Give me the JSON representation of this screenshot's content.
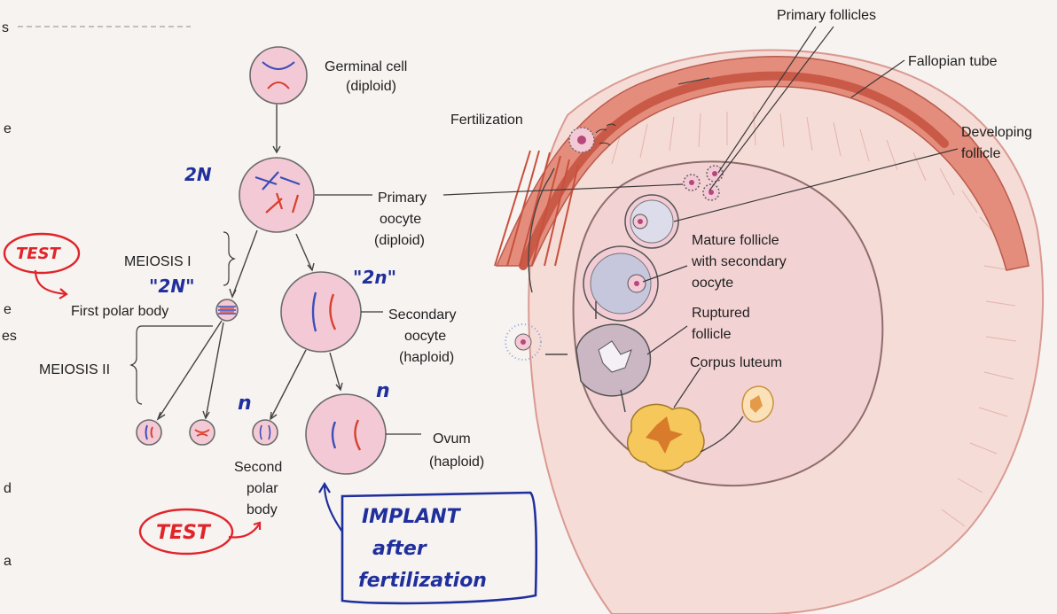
{
  "labels": {
    "germinal_cell_1": "Germinal cell",
    "germinal_cell_2": "(diploid)",
    "primary_oocyte_1": "Primary",
    "primary_oocyte_2": "oocyte",
    "primary_oocyte_3": "(diploid)",
    "meiosis_1": "MEIOSIS I",
    "meiosis_2": "MEIOSIS II",
    "first_polar_body": "First polar body",
    "secondary_oocyte_1": "Secondary",
    "secondary_oocyte_2": "oocyte",
    "secondary_oocyte_3": "(haploid)",
    "second_polar_body_1": "Second",
    "second_polar_body_2": "polar",
    "second_polar_body_3": "body",
    "ovum_1": "Ovum",
    "ovum_2": "(haploid)",
    "fertilization": "Fertilization",
    "primary_follicles": "Primary follicles",
    "fallopian_tube": "Fallopian tube",
    "developing_follicle_1": "Developing",
    "developing_follicle_2": "follicle",
    "mature_follicle_1": "Mature follicle",
    "mature_follicle_2": "with secondary",
    "mature_follicle_3": "oocyte",
    "ruptured_follicle_1": "Ruptured",
    "ruptured_follicle_2": "follicle",
    "corpus_luteum": "Corpus luteum"
  },
  "annotations": {
    "two_n_1": "2N",
    "two_n_quoted": "\"2N\"",
    "two_n_quoted_lower": "\"2n\"",
    "n_1": "n",
    "n_2": "n",
    "test_1": "TEST",
    "test_2": "TEST",
    "implant_1": "IMPLANT",
    "implant_2": "after",
    "implant_3": "fertilization"
  },
  "margin_fragments": [
    "s",
    "e",
    "e",
    "es",
    "d",
    "a"
  ],
  "colors": {
    "cell_fill": "#f4c9d6",
    "ovary_fill": "#f3d2d3",
    "tube_red": "#e07a66",
    "annotation_blue": "#1f2f9c",
    "annotation_red": "#e0242a",
    "chromosome_blue": "#3b4fb8",
    "chromosome_red": "#d8402b",
    "corpus_luteum": "#f6c75a"
  }
}
